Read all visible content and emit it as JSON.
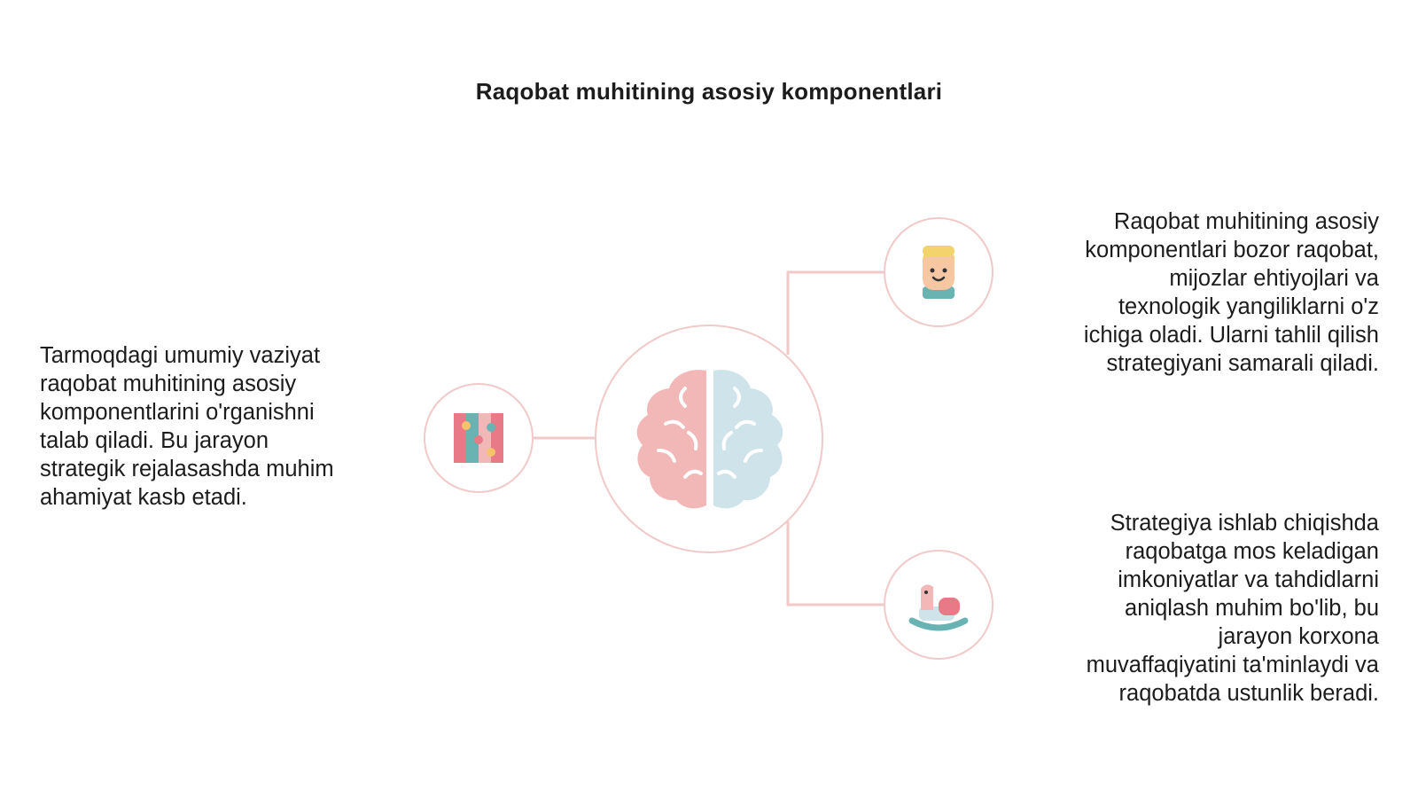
{
  "title": "Raqobat muhitining asosiy komponentlari",
  "colors": {
    "circle_border": "#f2c9c9",
    "connector": "#f2c9c9",
    "brain_left": "#f2b8b8",
    "brain_right": "#cfe3ea"
  },
  "nodes": {
    "center": {
      "icon": "brain-icon"
    },
    "left": {
      "icon": "puzzle-blocks-icon",
      "text": "Tarmoqdagi umumiy vaziyat\nraqobat muhitining asosiy\nkomponentlarini o'rganishni\ntalab qiladi. Bu jarayon\nstrategik rejalasashda muhim\nahamiyat kasb etadi."
    },
    "top_right": {
      "icon": "person-avatar-icon",
      "text": "Raqobat muhitining asosiy\nkomponentlari bozor raqobat,\nmijozlar ehtiyojlari va\ntexnologik yangiliklarni o'z\nichiga oladi. Ularni tahlil qilish\nstrategiyani samarali qiladi."
    },
    "bottom_right": {
      "icon": "rocking-horse-icon",
      "text": "Strategiya ishlab chiqishda\nraqobatga mos keladigan\nimkoniyatlar va tahdidlarni\naniqlash muhim bo'lib, bu\njarayon korxona\nmuvaffaqiyatini ta'minlaydi va\nraqobatda ustunlik beradi."
    }
  }
}
